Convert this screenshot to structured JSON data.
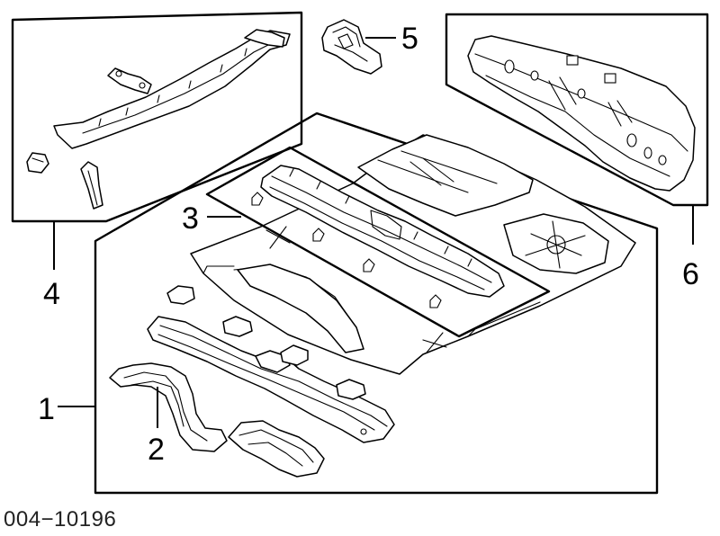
{
  "callouts": {
    "c1": "1",
    "c2": "2",
    "c3": "3",
    "c4": "4",
    "c5": "5",
    "c6": "6"
  },
  "diagram_code": "004−10196"
}
